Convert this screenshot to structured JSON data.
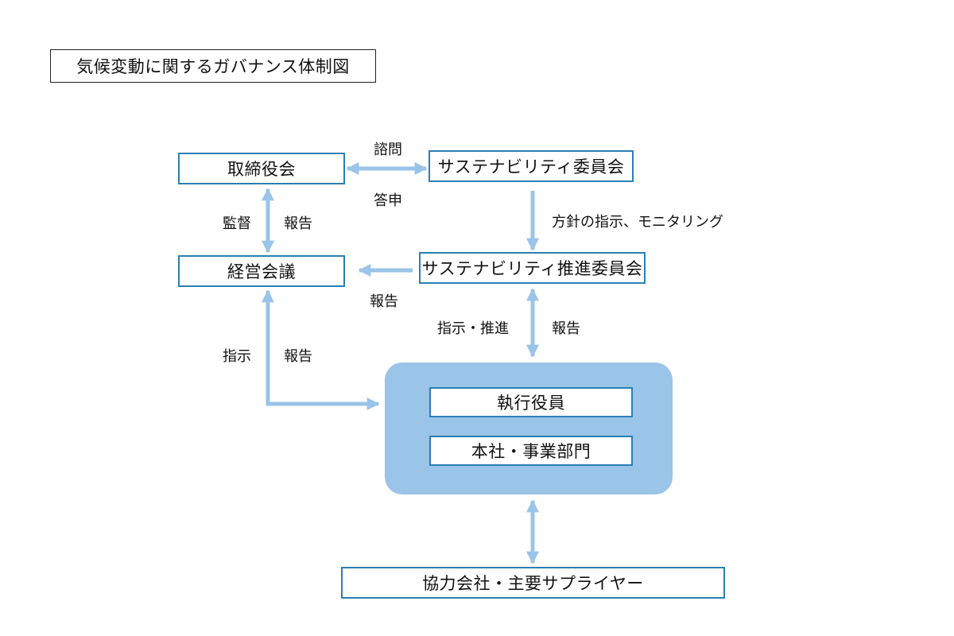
{
  "title": "気候変動に関するガバナンス体制図",
  "nodes": {
    "board": "取締役会",
    "sustainability_committee": "サステナビリティ委員会",
    "management_meeting": "経営会議",
    "promotion_committee": "サステナビリティ推進委員会",
    "executive_officers": "執行役員",
    "hq_business_divisions": "本社・事業部門",
    "partners_suppliers": "協力会社・主要サプライヤー"
  },
  "edge_labels": {
    "inquiry": "諮問",
    "response": "答申",
    "supervision": "監督",
    "report_board": "報告",
    "policy_monitoring": "方針の指示、モニタリング",
    "report_to_management": "報告",
    "instruction_promotion": "指示・推進",
    "report_from_officers": "報告",
    "instruction": "指示",
    "report_to_management_left": "報告"
  },
  "colors": {
    "node_border": "#2a7fb5",
    "group_fill": "#9ac4e8",
    "arrow": "#9ac4e8"
  }
}
